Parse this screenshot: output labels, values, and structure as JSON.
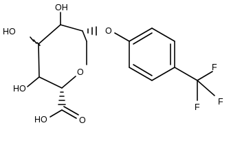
{
  "structure": {
    "atom_labels": {
      "oh_c2": "OH",
      "oh_c3": "HO",
      "oh_c4": "HO",
      "ring_oxygen": "O",
      "glycosidic_oxygen": "O",
      "acid_hydroxyl": "HO",
      "carbonyl_oxygen": "O",
      "fluorine_1": "F",
      "fluorine_2": "F",
      "fluorine_3": "F"
    },
    "colors": {
      "bond": "#000000",
      "text": "#000000",
      "background": "#ffffff"
    }
  }
}
